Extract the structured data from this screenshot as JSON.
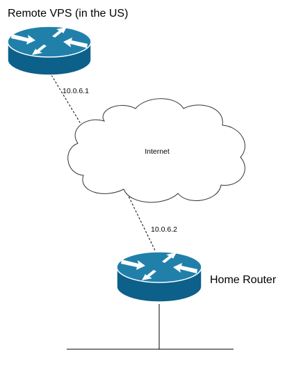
{
  "nodes": {
    "remote_vps": {
      "label": "Remote VPS (in the US)",
      "icon": "router-icon"
    },
    "internet": {
      "label": "Internet",
      "icon": "cloud-icon"
    },
    "home_router": {
      "label": "Home Router",
      "icon": "router-icon"
    }
  },
  "links": {
    "vps_to_internet": {
      "label": "10.0.6.1",
      "style": "dashed"
    },
    "internet_to_home": {
      "label": "10.0.6.2",
      "style": "dashed"
    },
    "home_to_lan": {
      "style": "solid"
    }
  },
  "colors": {
    "router_top": "#2180aa",
    "router_side": "#0c6089",
    "router_outline": "#ffffff",
    "arrow": "#ffffff",
    "cloud_stroke": "#333333",
    "cloud_fill": "#ffffff",
    "line": "#000000"
  }
}
